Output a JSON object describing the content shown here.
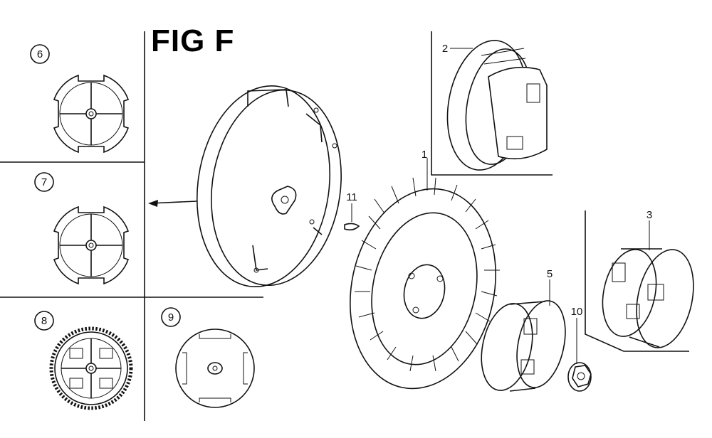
{
  "figure": {
    "title": "FIG F"
  },
  "callouts": {
    "c1": "1",
    "c2": "2",
    "c3": "3",
    "c5": "5",
    "c6": "6",
    "c7": "7",
    "c8": "8",
    "c9": "9",
    "c10": "10",
    "c11": "11"
  }
}
